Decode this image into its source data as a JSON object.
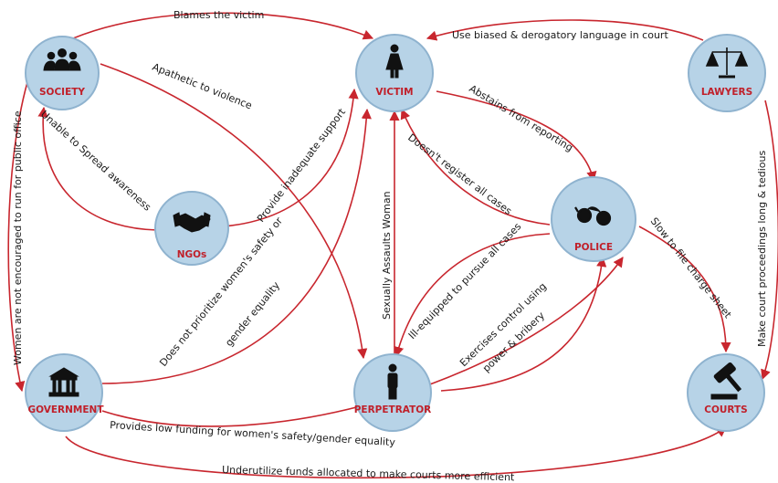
{
  "nodes": {
    "society": "SOCIETY",
    "victim": "VICTIM",
    "lawyers": "LAWYERS",
    "ngos": "NGOs",
    "police": "POLICE",
    "government": "GOVERNMENT",
    "perpetrator": "PERPETRATOR",
    "courts": "COURTS"
  },
  "edges": {
    "blames_victim": "Blames the victim",
    "biased_language": "Use biased & derogatory language  in court",
    "apathetic": "Apathetic to violence",
    "unable_awareness": "Unable to Spread awareness",
    "inadequate_support": "Provide inadequate support",
    "abstains_reporting": "Abstains from reporting",
    "not_register": "Doesn't register all cases",
    "make_court_long": "Make court proceedings long & tedious",
    "women_not_encouraged": "Women are not encouraged to run for public office",
    "not_prioritize_1": "Does not prioritize women's safety or",
    "not_prioritize_2": "gender  equality",
    "sexually_assaults": "Sexually Assaults  Woman",
    "ill_equipped": "Ill-equipped to pursue all cases",
    "slow_charge": "Slow to file charge sheet",
    "exercises_control_1": "Exercises control using",
    "exercises_control_2": "power & bribery",
    "low_funding": "Provides low funding for women's safety/gender equality",
    "underutilize": "Underutilize funds allocated to make courts more efficient"
  },
  "colors": {
    "node_fill": "#b7d3e7",
    "node_label": "#c0202a",
    "edge": "#c8262e"
  },
  "icons": {
    "society": "people-group-icon",
    "victim": "woman-icon",
    "lawyers": "scales-icon",
    "ngos": "handshake-icon",
    "police": "handcuffs-icon",
    "government": "government-building-icon",
    "perpetrator": "man-icon",
    "courts": "gavel-icon"
  }
}
